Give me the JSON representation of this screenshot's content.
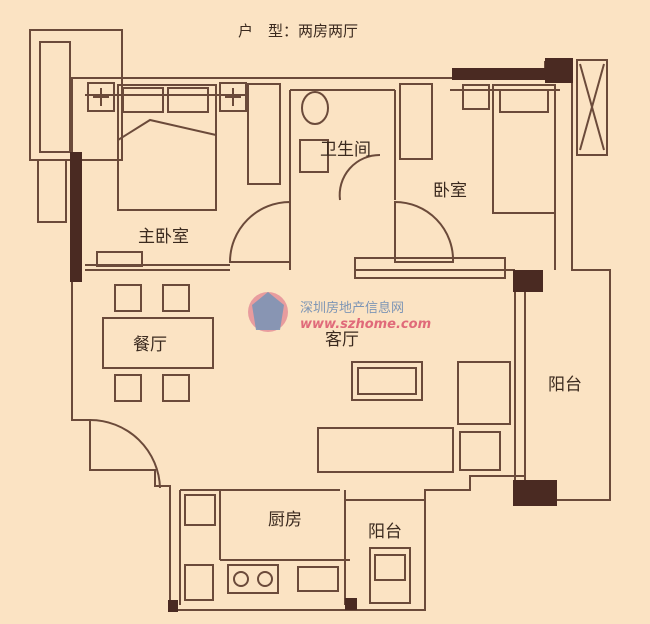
{
  "title": "户　型：两房两厅",
  "rooms": {
    "master_bedroom": "主卧室",
    "bathroom": "卫生间",
    "bedroom": "卧室",
    "dining": "餐厅",
    "living": "客厅",
    "balcony_right": "阳台",
    "kitchen": "厨房",
    "balcony_small": "阳台"
  },
  "watermark": {
    "name": "深圳房地产信息网",
    "url": "www.szhome.com"
  },
  "colors": {
    "background": "#fbe3c3",
    "wall_dark": "#4a2a22",
    "line": "#6b4a3a"
  }
}
